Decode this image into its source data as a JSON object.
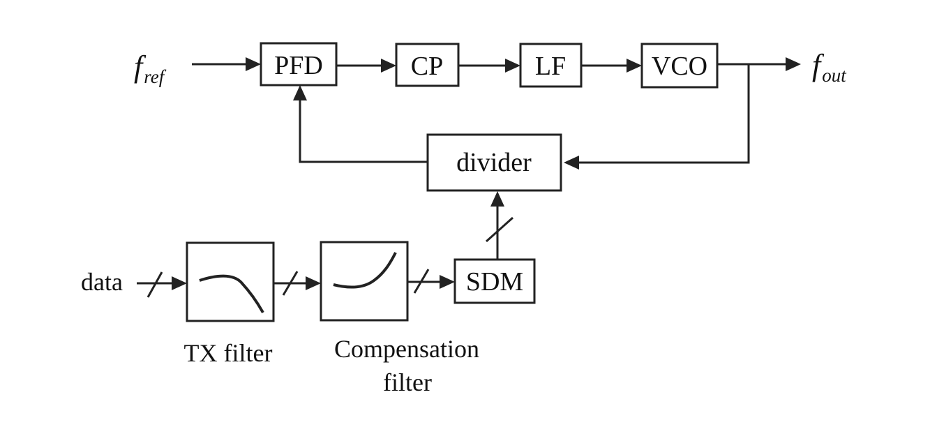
{
  "blocks": {
    "pfd": "PFD",
    "cp": "CP",
    "lf": "LF",
    "vco": "VCO",
    "divider": "divider",
    "sdm": "SDM"
  },
  "signals": {
    "ref_symbol": "f",
    "ref_subscript": "ref",
    "out_symbol": "f",
    "out_subscript": "out",
    "data": "data"
  },
  "captions": {
    "tx_filter": "TX filter",
    "compensation_line1": "Compensation",
    "compensation_line2": "filter"
  }
}
